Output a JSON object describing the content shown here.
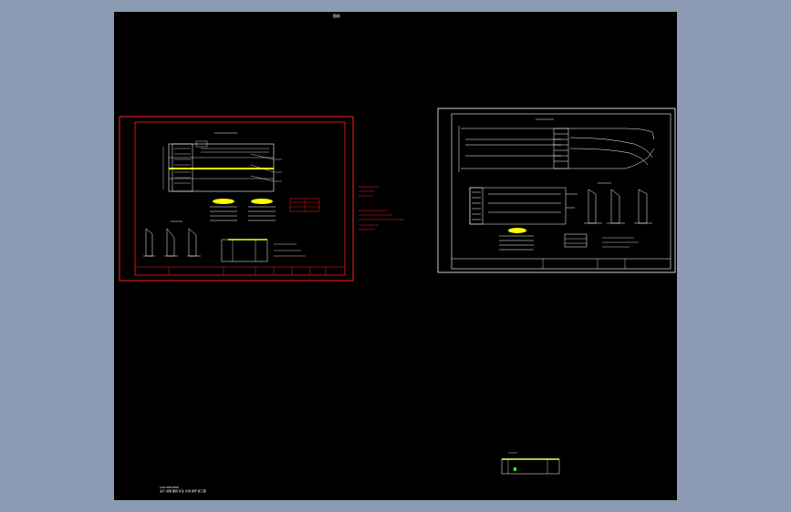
{
  "drawing": {
    "top_title": "图纸",
    "bottom_note_line1": "CAD PREVIEW",
    "bottom_note_line2": "设计 说明 图纸 标注 比例 编号 施工图"
  },
  "colors": {
    "background": "#8a9bb3",
    "paper": "#000000",
    "frame_red": "#ff2020",
    "frame_white": "#ffffff",
    "highlight_yellow": "#ffff00",
    "accent_green": "#30ff30"
  }
}
